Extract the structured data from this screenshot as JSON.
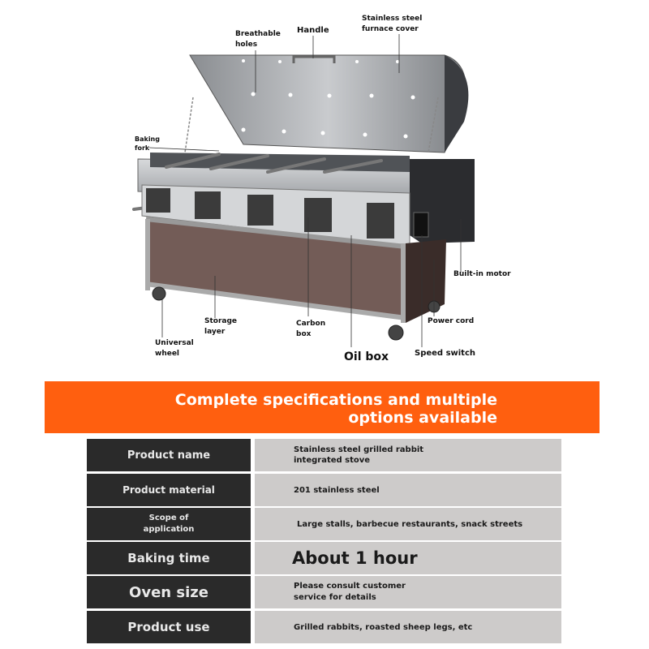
{
  "labels": {
    "breathable_holes": "Breathable\nholes",
    "handle": "Handle",
    "furnace_cover": "Stainless steel\nfurnace cover",
    "baking_fork": "Baking\nfork",
    "built_in_motor": "Built-in motor",
    "power_cord": "Power cord",
    "speed_switch": "Speed switch",
    "oil_box": "Oil box",
    "carbon_box": "Carbon\nbox",
    "storage_layer": "Storage\nlayer",
    "universal_wheel": "Universal\nwheel"
  },
  "banner": {
    "text": "Complete specifications and multiple\noptions available"
  },
  "specs": [
    {
      "name": "Product name",
      "value": "Stainless steel grilled rabbit\nintegrated stove"
    },
    {
      "name": "Product material",
      "value": "201 stainless steel"
    },
    {
      "name": "Scope of\napplication",
      "value": "Large stalls, barbecue restaurants, snack streets"
    },
    {
      "name": "Baking time",
      "value": "About 1 hour"
    },
    {
      "name": "Oven size",
      "value": "Please consult customer\nservice for details"
    },
    {
      "name": "Product use",
      "value": "Grilled rabbits, roasted sheep legs, etc"
    }
  ],
  "colors": {
    "banner": "#ff5f0f",
    "label_cell": "#2a2a2a",
    "value_cell": "#cdcbca"
  }
}
